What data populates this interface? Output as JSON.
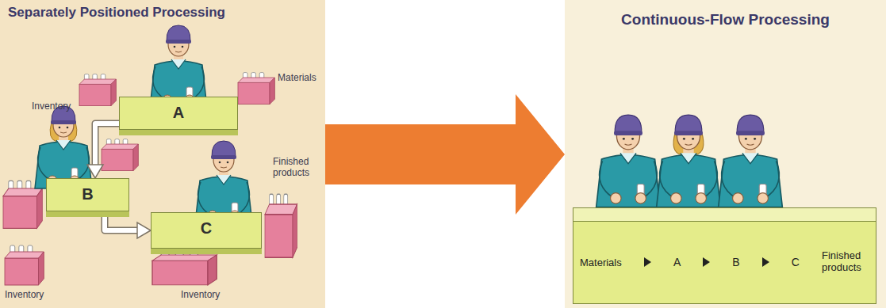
{
  "diagram": {
    "nodes": [
      {
        "text": [
          "Separately Positioned Processing"
        ]
      },
      {
        "text": [
          "A"
        ],
        "in": 0
      },
      {
        "text": [
          "B"
        ],
        "in": 0
      },
      {
        "text": [
          "C"
        ],
        "in": 0
      },
      {
        "text": [
          "Continuous-Flow Processing"
        ]
      },
      {
        "text": [
          "Materials",
          "A",
          "B",
          "C",
          "Finished products"
        ],
        "in": 4
      }
    ],
    "edges": [
      {
        "from": 1,
        "to": 2,
        "arrow": "to"
      },
      {
        "from": 2,
        "to": 3,
        "arrow": "to"
      },
      {
        "from": 0,
        "to": 4,
        "arrow": "to"
      }
    ],
    "labels": [
      "Materials",
      "Inventory",
      "Finished products",
      "Inventory",
      "Inventory"
    ]
  }
}
